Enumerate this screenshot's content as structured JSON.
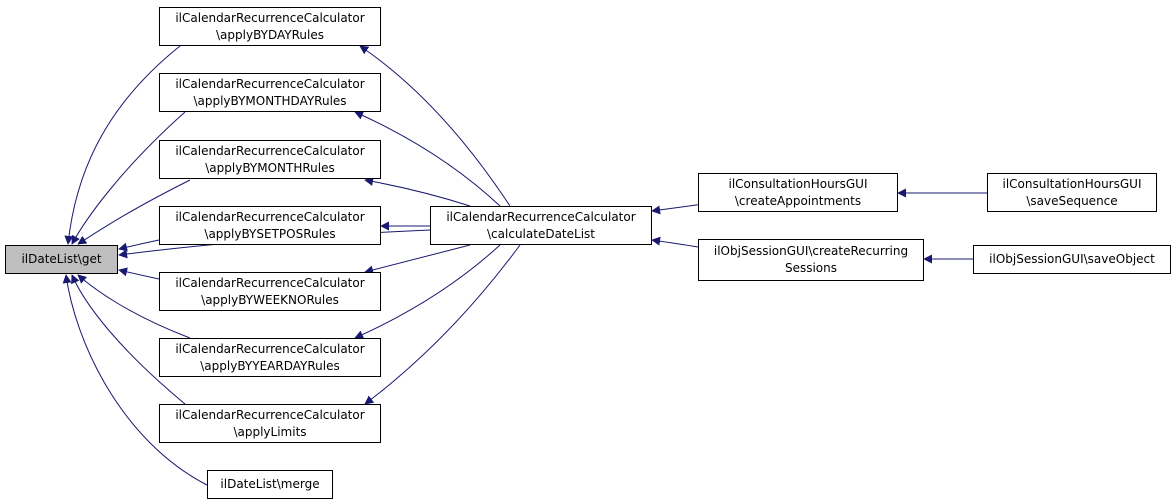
{
  "graph": {
    "nodes": [
      {
        "id": "datelist_get",
        "lines": [
          "ilDateList\\get"
        ],
        "root": true
      },
      {
        "id": "byday",
        "lines": [
          "ilCalendarRecurrenceCalculator",
          "\\applyBYDAYRules"
        ]
      },
      {
        "id": "bymonthday",
        "lines": [
          "ilCalendarRecurrenceCalculator",
          "\\applyBYMONTHDAYRules"
        ]
      },
      {
        "id": "bymonth",
        "lines": [
          "ilCalendarRecurrenceCalculator",
          "\\applyBYMONTHRules"
        ]
      },
      {
        "id": "bysetpos",
        "lines": [
          "ilCalendarRecurrenceCalculator",
          "\\applyBYSETPOSRules"
        ]
      },
      {
        "id": "byweekno",
        "lines": [
          "ilCalendarRecurrenceCalculator",
          "\\applyBYWEEKNORules"
        ]
      },
      {
        "id": "byyearday",
        "lines": [
          "ilCalendarRecurrenceCalculator",
          "\\applyBYYEARDAYRules"
        ]
      },
      {
        "id": "limits",
        "lines": [
          "ilCalendarRecurrenceCalculator",
          "\\applyLimits"
        ]
      },
      {
        "id": "merge",
        "lines": [
          "ilDateList\\merge"
        ]
      },
      {
        "id": "calc",
        "lines": [
          "ilCalendarRecurrenceCalculator",
          "\\calculateDateList"
        ]
      },
      {
        "id": "consult_create",
        "lines": [
          "ilConsultationHoursGUI",
          "\\createAppointments"
        ]
      },
      {
        "id": "session_create",
        "lines": [
          "ilObjSessionGUI\\createRecurring",
          "Sessions"
        ]
      },
      {
        "id": "consult_save",
        "lines": [
          "ilConsultationHoursGUI",
          "\\saveSequence"
        ]
      },
      {
        "id": "session_save",
        "lines": [
          "ilObjSessionGUI\\saveObject"
        ]
      }
    ],
    "edges": [
      {
        "from": "byday",
        "to": "datelist_get"
      },
      {
        "from": "bymonthday",
        "to": "datelist_get"
      },
      {
        "from": "bymonth",
        "to": "datelist_get"
      },
      {
        "from": "bysetpos",
        "to": "datelist_get"
      },
      {
        "from": "byweekno",
        "to": "datelist_get"
      },
      {
        "from": "byyearday",
        "to": "datelist_get"
      },
      {
        "from": "limits",
        "to": "datelist_get"
      },
      {
        "from": "merge",
        "to": "datelist_get"
      },
      {
        "from": "calc",
        "to": "byday"
      },
      {
        "from": "calc",
        "to": "bymonthday"
      },
      {
        "from": "calc",
        "to": "bymonth"
      },
      {
        "from": "calc",
        "to": "bysetpos"
      },
      {
        "from": "calc",
        "to": "byweekno"
      },
      {
        "from": "calc",
        "to": "byyearday"
      },
      {
        "from": "calc",
        "to": "limits"
      },
      {
        "from": "calc",
        "to": "datelist_get"
      },
      {
        "from": "consult_create",
        "to": "calc"
      },
      {
        "from": "session_create",
        "to": "calc"
      },
      {
        "from": "consult_save",
        "to": "consult_create"
      },
      {
        "from": "session_save",
        "to": "session_create"
      }
    ],
    "edge_color": "#191970",
    "root_fill": "#bfbfbf",
    "node_fill": "#ffffff"
  }
}
